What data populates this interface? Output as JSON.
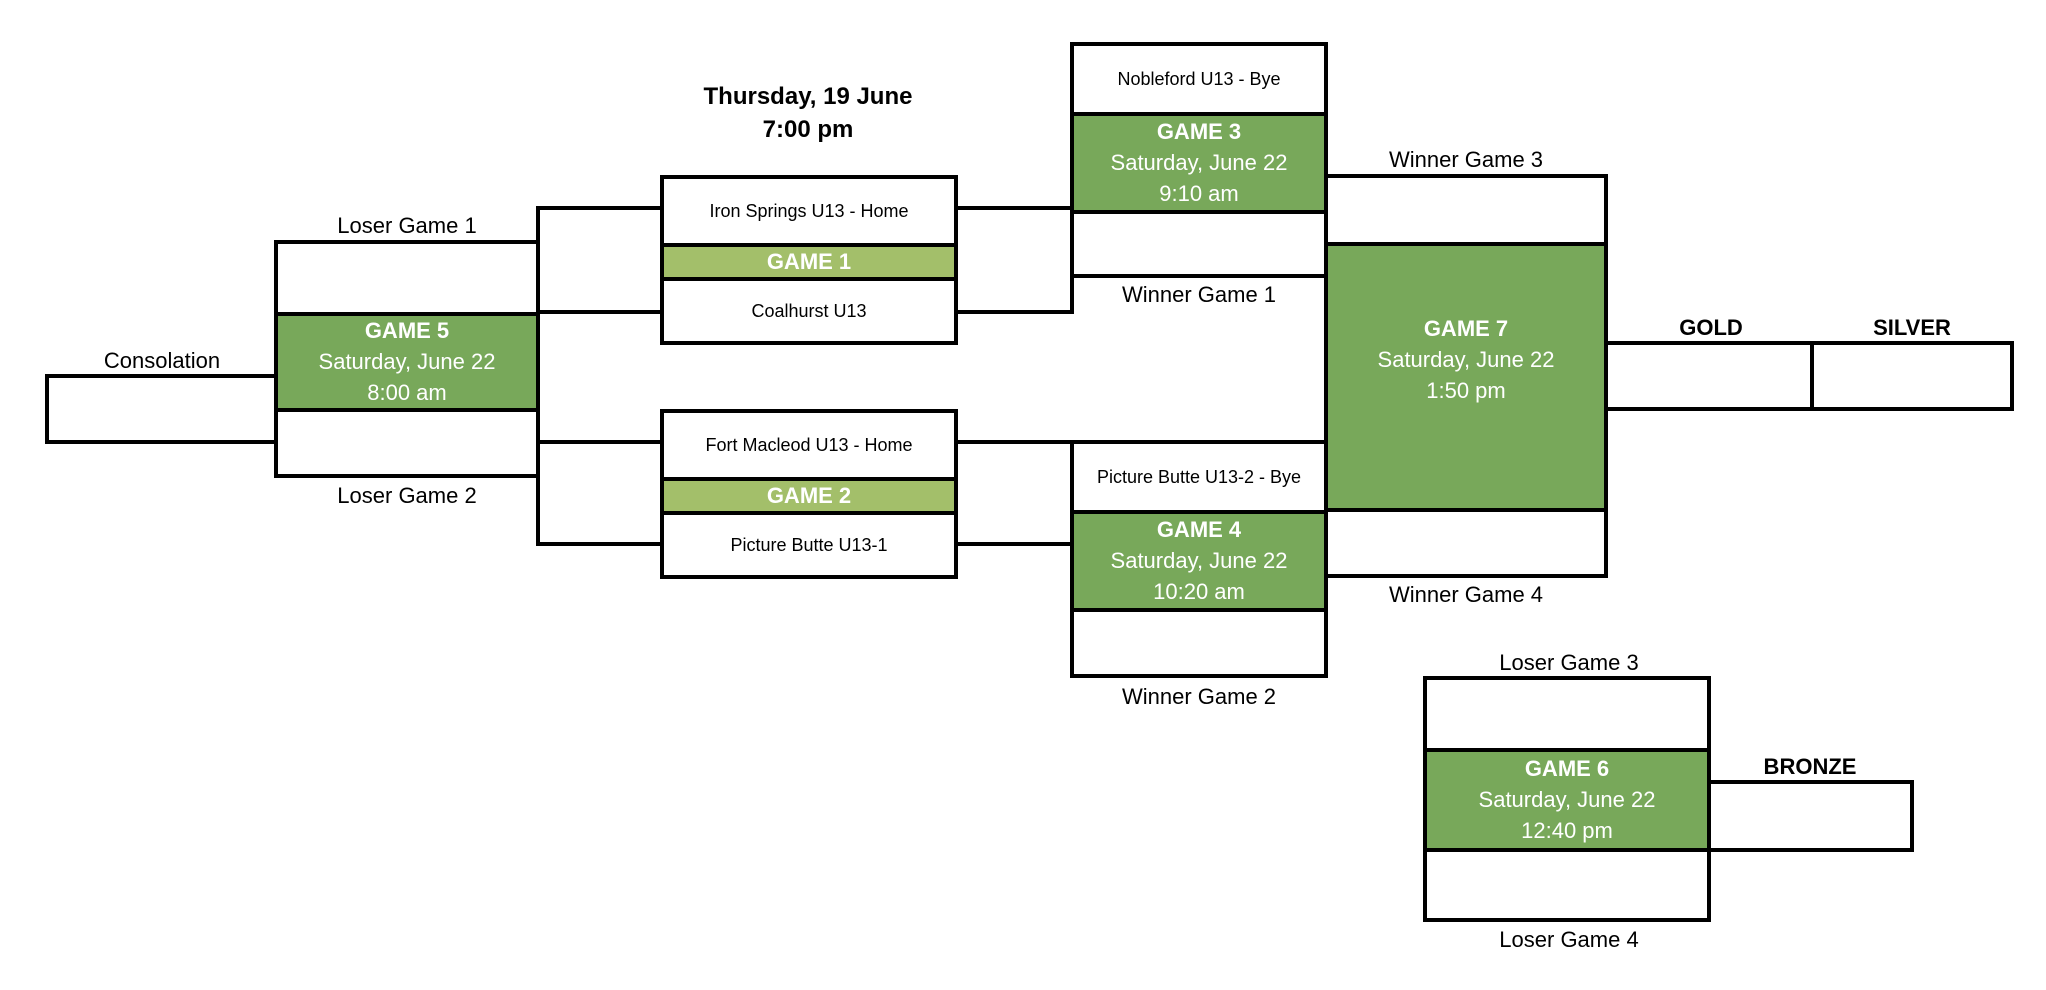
{
  "header": {
    "date": "Thursday, 19 June",
    "time": "7:00 pm"
  },
  "game1": {
    "home": "Iron Springs U13 - Home",
    "label": "GAME 1",
    "away": "Coalhurst U13"
  },
  "game2": {
    "home": "Fort Macleod U13 - Home",
    "label": "GAME 2",
    "away": "Picture Butte U13-1"
  },
  "game3": {
    "bye": "Nobleford U13 - Bye",
    "label": "GAME 3",
    "date": "Saturday, June 22",
    "time": "9:10 am"
  },
  "game4": {
    "bye": "Picture Butte U13-2 - Bye",
    "label": "GAME 4",
    "date": "Saturday, June 22",
    "time": "10:20 am"
  },
  "game5": {
    "label": "GAME 5",
    "date": "Saturday, June 22",
    "time": "8:00 am"
  },
  "game6": {
    "label": "GAME 6",
    "date": "Saturday, June 22",
    "time": "12:40 pm"
  },
  "game7": {
    "label": "GAME 7",
    "date": "Saturday, June 22",
    "time": "1:50 pm"
  },
  "labels": {
    "loser_game_1": "Loser Game 1",
    "loser_game_2": "Loser Game 2",
    "consolation": "Consolation",
    "winner_game_1": "Winner Game 1",
    "winner_game_2": "Winner Game 2",
    "winner_game_3": "Winner Game 3",
    "winner_game_4": "Winner Game 4",
    "loser_game_3": "Loser Game 3",
    "loser_game_4": "Loser Game 4",
    "gold": "GOLD",
    "silver": "SILVER",
    "bronze": "BRONZE"
  },
  "colors": {
    "game_band_dark": "#78a85a",
    "game_band_light": "#a3bf6a",
    "line": "#000000"
  }
}
